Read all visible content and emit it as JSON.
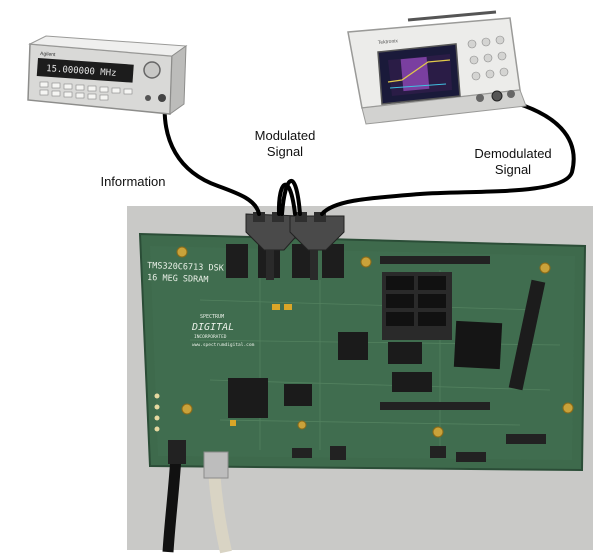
{
  "labels": {
    "information": "Information",
    "modulated_line1": "Modulated",
    "modulated_line2": "Signal",
    "demodulated_line1": "Demodulated",
    "demodulated_line2": "Signal"
  },
  "function_generator": {
    "brand": "Agilent",
    "display_reading": "15.000000 MHz"
  },
  "oscilloscope": {
    "brand": "Tektronix"
  },
  "dsp_board": {
    "silkscreen_line1": "TMS320C6713 DSK",
    "silkscreen_line2": "16 MEG SDRAM",
    "maker_line1": "SPECTRUM",
    "maker_line2": "DIGITAL",
    "maker_line3": "INCORPORATED",
    "maker_url": "www.spectrumdigital.com"
  },
  "colors": {
    "board_green": "#3e6a4c",
    "board_dark": "#2f5a3e",
    "cable": "#000000",
    "background_photo": "#c9c9c7",
    "scope_body": "#ececea",
    "generator_body": "#d9d9d7",
    "scope_screen_purple": "#7a3fa0"
  }
}
